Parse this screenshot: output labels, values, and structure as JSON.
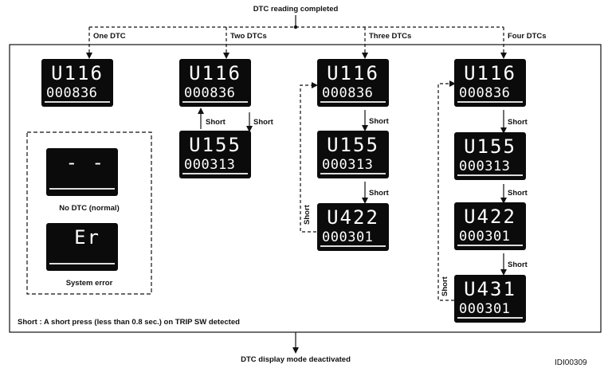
{
  "header": {
    "completed": "DTC reading completed"
  },
  "footer": {
    "deactivated": "DTC display mode deactivated",
    "figure_id": "IDI00309"
  },
  "columns": {
    "one": "One DTC",
    "two": "Two DTCs",
    "three": "Three DTCs",
    "four": "Four DTCs"
  },
  "short_label": "Short",
  "note": "Short : A short press (less than 0.8 sec.) on TRIP SW detected",
  "special": {
    "no_dtc_code": "- -",
    "no_dtc_caption": "No DTC (normal)",
    "error_code": "Er",
    "error_caption": "System error"
  },
  "codes": {
    "u116": {
      "code": "U116",
      "value": "000836"
    },
    "u155": {
      "code": "U155",
      "value": "000313"
    },
    "u422": {
      "code": "U422",
      "value": "000301"
    },
    "u431": {
      "code": "U431",
      "value": "000301"
    }
  }
}
